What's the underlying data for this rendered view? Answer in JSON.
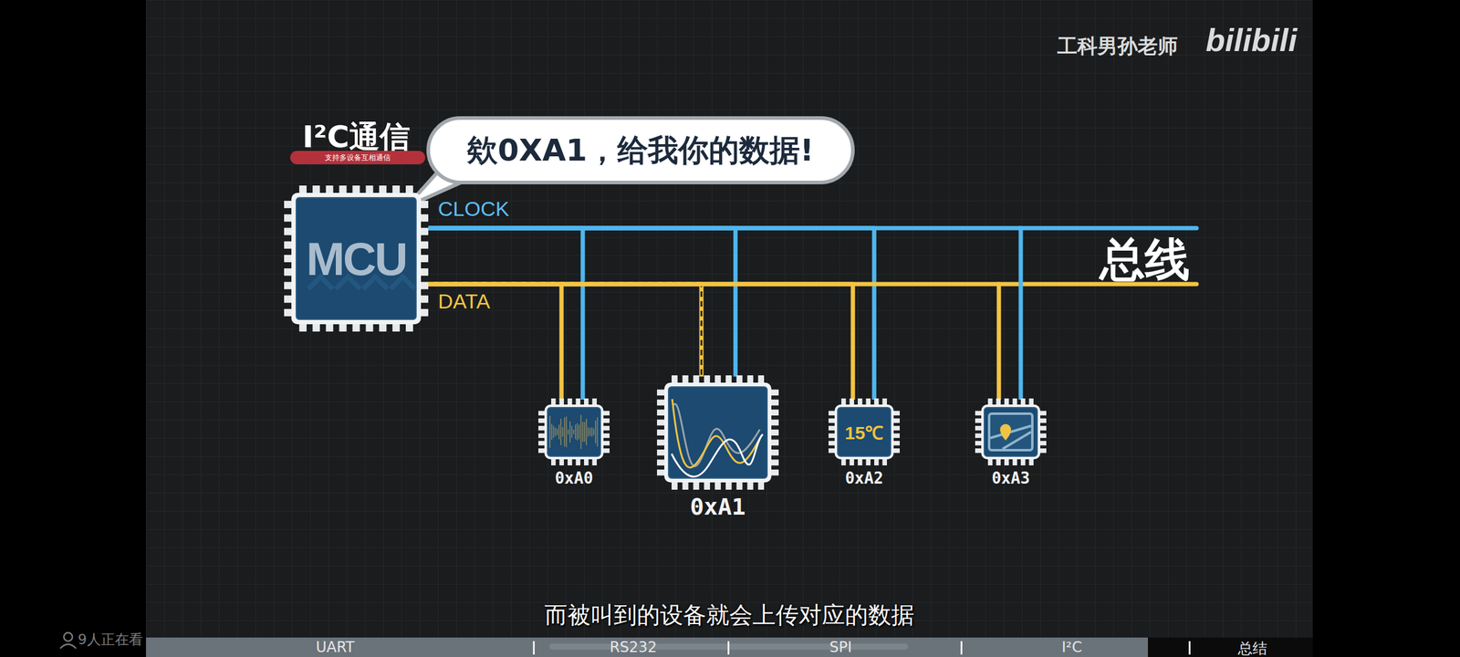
{
  "diagram": {
    "title": "I²C通信",
    "caption": "而被叫到的设备就会上传对应的数据",
    "nodes": [
      {
        "text": [
          "欸0XA1，给我你的数据!"
        ]
      },
      {
        "text": [
          "MCU"
        ]
      },
      {
        "text": [
          "0xA0"
        ]
      },
      {
        "text": [
          "0xA1"
        ]
      },
      {
        "text": [
          "15℃",
          "0xA2"
        ]
      },
      {
        "text": [
          "0xA3"
        ]
      }
    ],
    "edges": [
      {
        "from": 1,
        "to": 2,
        "arrow": "none"
      },
      {
        "from": 1,
        "to": 3,
        "arrow": "none"
      },
      {
        "from": 1,
        "to": 4,
        "arrow": "none"
      },
      {
        "from": 1,
        "to": 5,
        "arrow": "none"
      },
      {
        "from": 1,
        "to": 2,
        "arrow": "none"
      },
      {
        "from": 1,
        "to": 3,
        "arrow": "none"
      },
      {
        "from": 1,
        "to": 4,
        "arrow": "none"
      },
      {
        "from": 1,
        "to": 5,
        "arrow": "none"
      }
    ],
    "labels": [
      "支持多设备互相通信",
      "CLOCK",
      "DATA",
      "总线",
      "工科男孙老师",
      "bilibili",
      "9人正在看",
      "UART",
      "RS232",
      "SPI",
      "I²C",
      "总结"
    ]
  }
}
